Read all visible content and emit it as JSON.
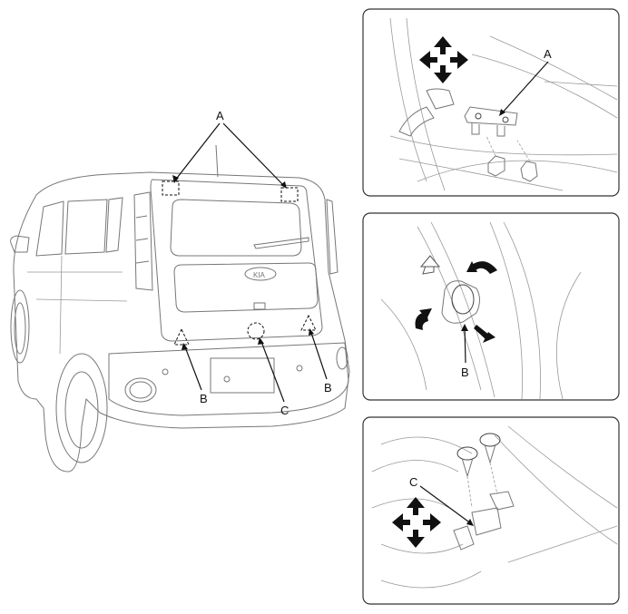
{
  "callouts": {
    "main_a": "A",
    "main_b_left": "B",
    "main_b_right": "B",
    "main_c": "C",
    "detail1_a": "A",
    "detail2_b": "B",
    "detail3_c": "C"
  },
  "icons": {
    "emblem": "kia-emblem",
    "move_arrows": "four-way-arrow-icon",
    "rotate_arrows": "rotation-arrow-icon"
  },
  "colors": {
    "outline": "#777777",
    "callout": "#111111",
    "panel_border": "#333333",
    "arrow_fill": "#111111"
  }
}
